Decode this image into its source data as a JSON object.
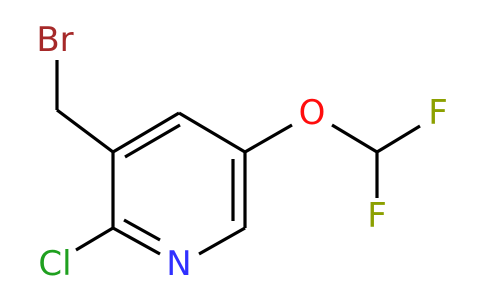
{
  "molecule": {
    "atoms": {
      "br": {
        "label": "Br",
        "color": "#a62929"
      },
      "cl": {
        "label": "Cl",
        "color": "#1fa01f"
      },
      "n": {
        "label": "N",
        "color": "#3030ff"
      },
      "o": {
        "label": "O",
        "color": "#ff0d0d"
      },
      "f1": {
        "label": "F",
        "color": "#8ca000"
      },
      "f2": {
        "label": "F",
        "color": "#8ca000"
      }
    },
    "bond_color": "#000000"
  }
}
